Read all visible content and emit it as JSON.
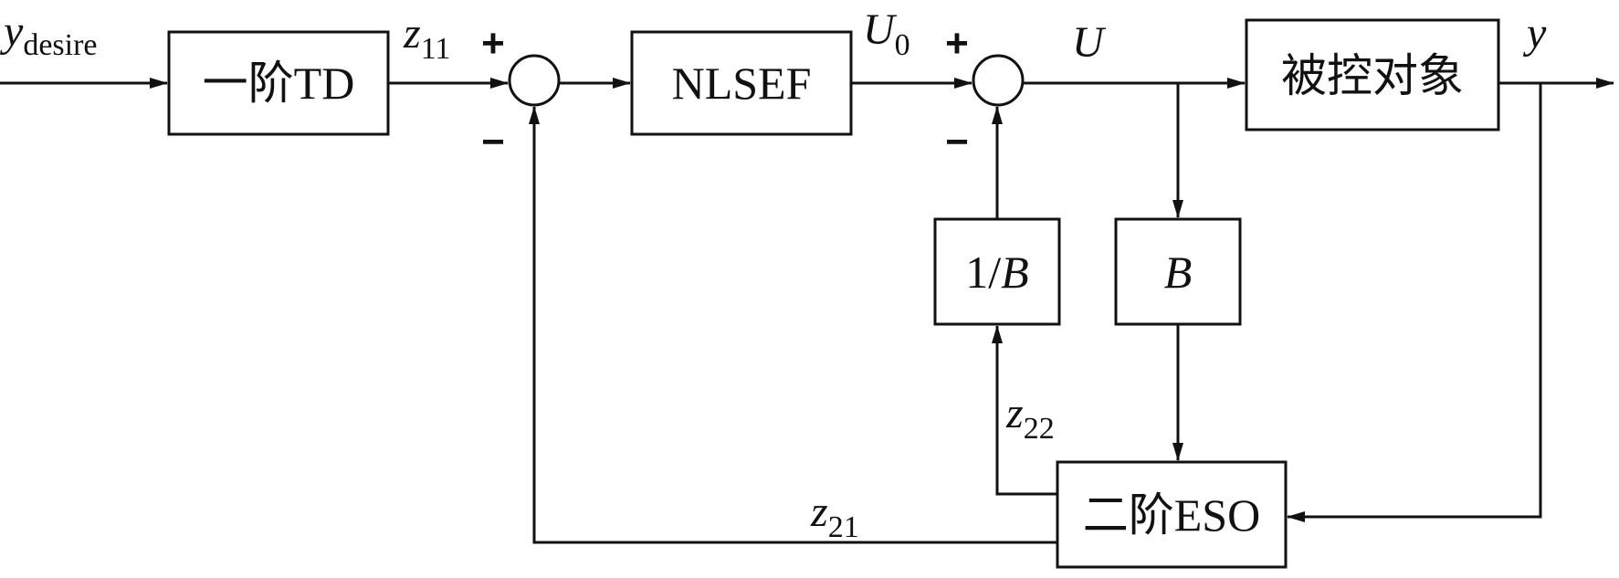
{
  "signals": {
    "y_desire": {
      "main": "y",
      "sub": "desire"
    },
    "z11": {
      "main": "z",
      "sub": "11"
    },
    "U0": {
      "main": "U",
      "sub": "0"
    },
    "U": "U",
    "y": "y",
    "z21": {
      "main": "z",
      "sub": "21"
    },
    "z22": {
      "main": "z",
      "sub": "22"
    }
  },
  "blocks": {
    "td": "一阶TD",
    "nlsef": "NLSEF",
    "plant": "被控对象",
    "inv_b": {
      "num": "1/",
      "var": "B"
    },
    "b": "B",
    "eso": "二阶ESO"
  },
  "signs": {
    "sum1_plus": "+",
    "sum1_minus": "−",
    "sum2_plus": "+",
    "sum2_minus": "−"
  }
}
